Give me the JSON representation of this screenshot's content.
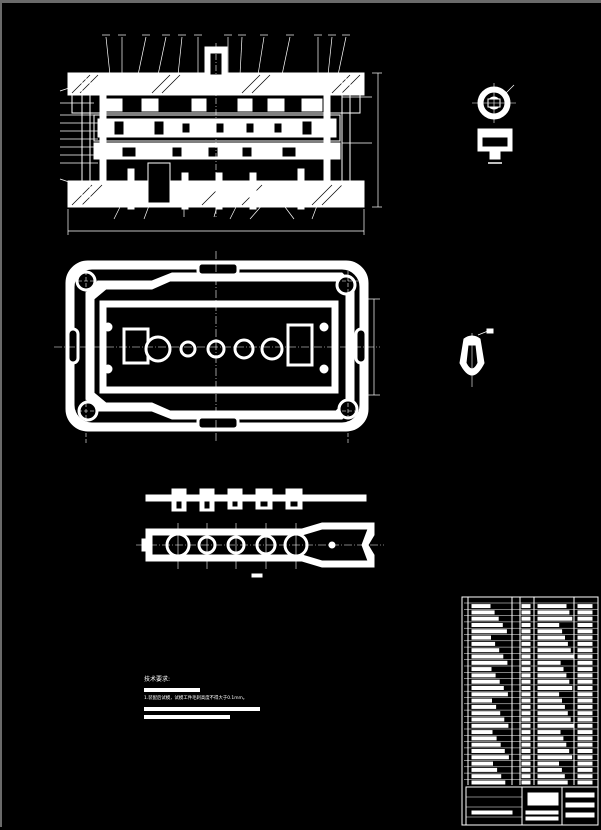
{
  "drawing": {
    "background": "#000000",
    "line_color": "#ffffff",
    "frame_color": "#6a6a6a"
  },
  "tech_notes": {
    "heading": "技术要求:",
    "line1": "1.装配后试模，试模工件毛刺高度不得大于0.1mm。"
  },
  "views": [
    "front-section-view",
    "plan-view",
    "strip-layout-view",
    "part-detail-top",
    "part-detail-side"
  ]
}
